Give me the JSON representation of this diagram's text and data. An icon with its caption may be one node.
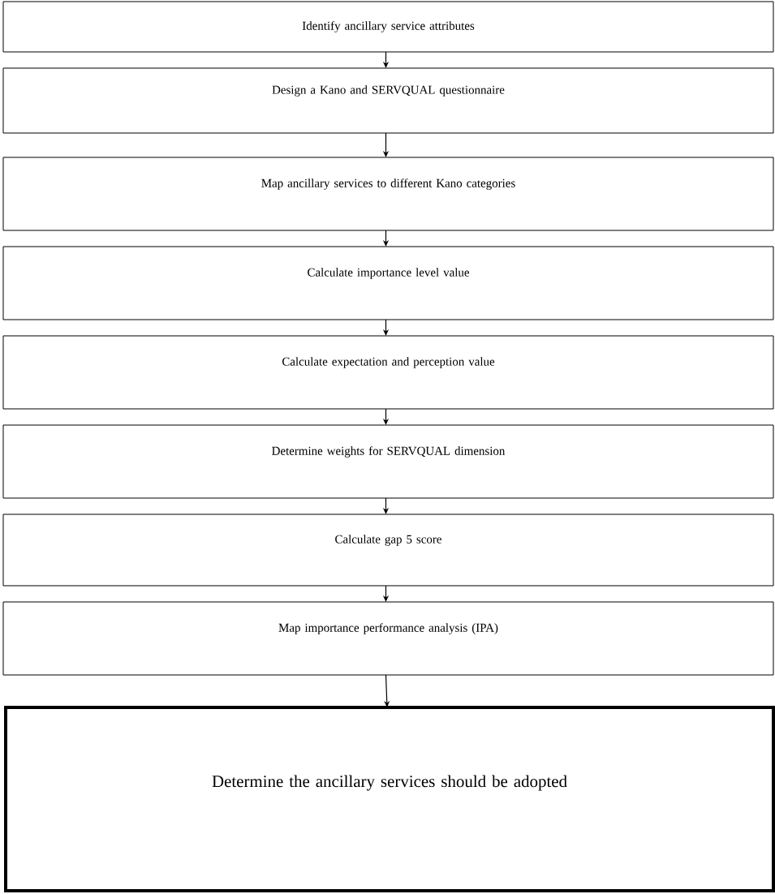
{
  "diagram": {
    "nodes": [
      {
        "text": [
          "Identify ancillary service attributes"
        ]
      },
      {
        "text": [
          "Design a Kano and SERVQUAL questionnaire"
        ]
      },
      {
        "text": [
          "Map ancillary services to different Kano categories"
        ]
      },
      {
        "text": [
          "Calculate importance level value"
        ]
      },
      {
        "text": [
          "Calculate expectation and perception value"
        ]
      },
      {
        "text": [
          "Determine weights for SERVQUAL dimension"
        ]
      },
      {
        "text": [
          "Calculate gap 5 score"
        ]
      },
      {
        "text": [
          "Map importance performance analysis (IPA)"
        ]
      },
      {
        "text": [
          "Determine the ancillary services should be adopted"
        ]
      }
    ],
    "edges": [
      {
        "from": 0,
        "to": 1,
        "arrow": "to"
      },
      {
        "from": 1,
        "to": 2,
        "arrow": "to"
      },
      {
        "from": 2,
        "to": 3,
        "arrow": "to"
      },
      {
        "from": 3,
        "to": 4,
        "arrow": "to"
      },
      {
        "from": 4,
        "to": 5,
        "arrow": "to"
      },
      {
        "from": 5,
        "to": 6,
        "arrow": "to"
      },
      {
        "from": 6,
        "to": 7,
        "arrow": "to"
      },
      {
        "from": 7,
        "to": 8,
        "arrow": "to"
      }
    ]
  }
}
